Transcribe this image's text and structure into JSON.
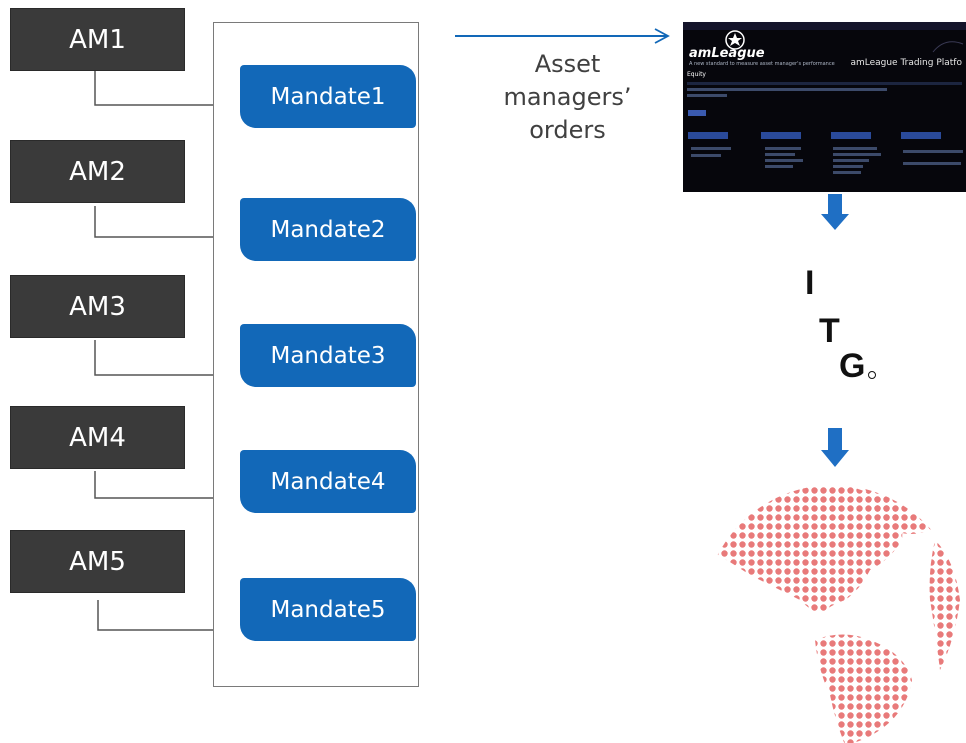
{
  "managers": [
    "AM1",
    "AM2",
    "AM3",
    "AM4",
    "AM5"
  ],
  "mandates": [
    "Mandate1",
    "Mandate2",
    "Mandate3",
    "Mandate4",
    "Mandate5"
  ],
  "caption": [
    "Asset",
    "managers’",
    "orders"
  ],
  "platform": {
    "brand": "amLeague",
    "title": "amLeague Trading Platfo",
    "section": "Equity",
    "tagline": "A new standard to measure asset manager's performance"
  },
  "broker_logo": [
    "I",
    "T",
    "G"
  ],
  "colors": {
    "manager_box": "#3a3a3a",
    "mandate_box": "#1268b8",
    "arrow_blue": "#1268b8",
    "globe": "#e87a7a"
  }
}
